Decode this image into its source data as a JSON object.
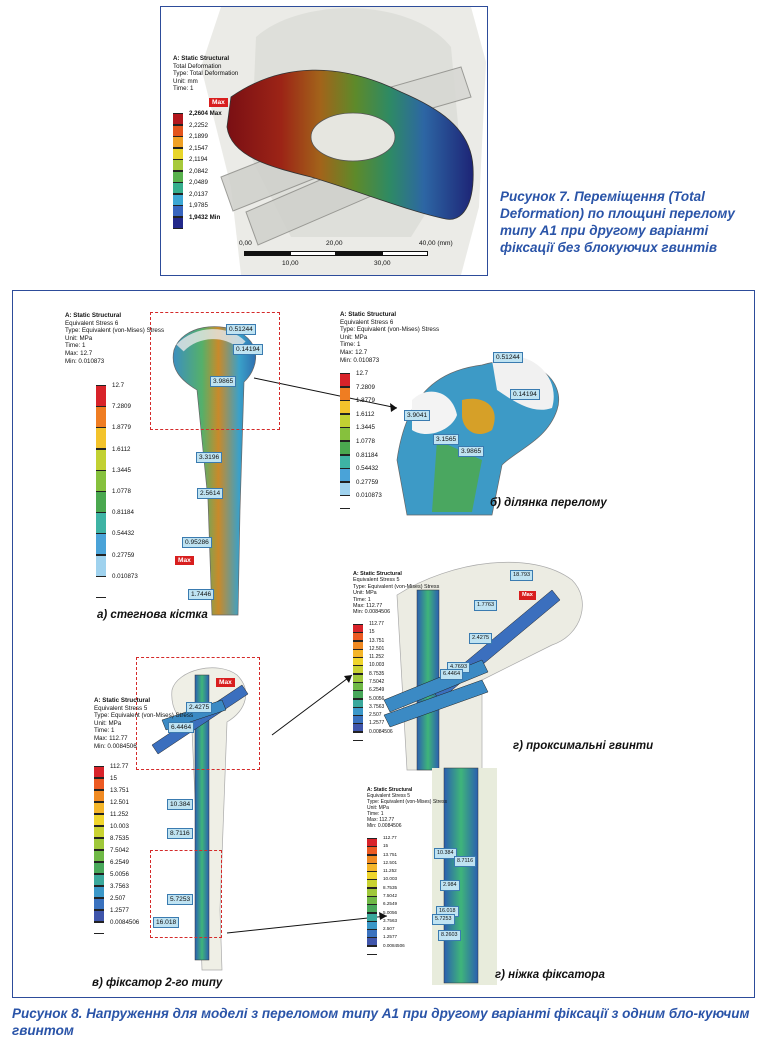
{
  "fig7": {
    "header": [
      "A: Static Structural",
      "Total Deformation",
      "Type: Total Deformation",
      "Unit: mm",
      "Time: 1"
    ],
    "max_tag": "Max",
    "legend": [
      "2,2604 Max",
      "2,2252",
      "2,1899",
      "2,1547",
      "2,1194",
      "2,0842",
      "2,0489",
      "2,0137",
      "1,9785",
      "1,9432 Min"
    ],
    "legend_colors": [
      "#b3171d",
      "#e3541c",
      "#efa126",
      "#e8d52a",
      "#a7c93a",
      "#59b24d",
      "#35ae8d",
      "#3ca7d4",
      "#3865bf",
      "#22288a"
    ],
    "scale_top": [
      "0,00",
      "20,00",
      "40,00 (mm)"
    ],
    "scale_bottom": [
      "10,00",
      "30,00"
    ],
    "caption": "Рисунок 7. Переміщення (Total Deformation) по площині перелому типу А1 при другому варіанті фіксації без блокуючих гвинтів"
  },
  "panel_a": {
    "header": [
      "A: Static Structural",
      "Equivalent Stress 6",
      "Type: Equivalent (von-Mises) Stress",
      "Unit: MPa",
      "Time: 1",
      "Max: 12.7",
      "Min: 0.010873"
    ],
    "legend": [
      "12.7",
      "7.2809",
      "1.8779",
      "1.6112",
      "1.3445",
      "1.0778",
      "0.81184",
      "0.54432",
      "0.27759",
      "0.010873"
    ],
    "legend_colors": [
      "#d8232a",
      "#ef7d22",
      "#f3c32b",
      "#c2d132",
      "#86c13d",
      "#4aa84f",
      "#3eb3a4",
      "#4aa3d8",
      "#9fd2ee",
      "#ffffff"
    ],
    "probes": [
      "0.51244",
      "0.14194",
      "3.9865",
      "3.3196",
      "2.5614",
      "0.95286",
      "1.7446"
    ],
    "max_tag": "Max",
    "label": "а) стегнова кістка"
  },
  "panel_b": {
    "header": [
      "A: Static Structural",
      "Equivalent Stress 6",
      "Type: Equivalent (von-Mises) Stress",
      "Unit: MPa",
      "Time: 1",
      "Max: 12.7",
      "Min: 0.010873"
    ],
    "legend": [
      "12.7",
      "7.2809",
      "1.8779",
      "1.6112",
      "1.3445",
      "1.0778",
      "0.81184",
      "0.54432",
      "0.27759",
      "0.010873"
    ],
    "probes": [
      "0.51244",
      "0.14194",
      "3.9041",
      "3.1565",
      "3.9865"
    ],
    "label": "б) ділянка перелому"
  },
  "panel_v": {
    "header": [
      "A: Static Structural",
      "Equivalent Stress 5",
      "Type: Equivalent (von-Mises) Stress",
      "Unit: MPa",
      "Time: 1",
      "Max: 112.77",
      "Min: 0.0084506"
    ],
    "legend": [
      "112.77",
      "15",
      "13.751",
      "12.501",
      "11.252",
      "10.003",
      "8.7535",
      "7.5042",
      "6.2549",
      "5.0056",
      "3.7563",
      "2.507",
      "1.2577",
      "0.0084506"
    ],
    "legend_colors": [
      "#d8232a",
      "#ec5a22",
      "#f08a22",
      "#f4b529",
      "#efd52c",
      "#c9d232",
      "#9fc83a",
      "#6fb946",
      "#48a85a",
      "#3aa89c",
      "#3b98c9",
      "#3a72bf",
      "#3f55ab",
      "#ffffff"
    ],
    "probes": [
      "2.4275",
      "6.4464",
      "10.384",
      "8.7116",
      "5.7253",
      "16.018"
    ],
    "max_tag": "Max",
    "label": "в) фіксатор 2-го типу"
  },
  "panel_g1": {
    "header": [
      "A: Static Structural",
      "Equivalent Stress 5",
      "Type: Equivalent (von-Mises) Stress",
      "Unit: MPa",
      "Time: 1",
      "Max: 112.77",
      "Min: 0.0084506"
    ],
    "legend": [
      "112.77",
      "15",
      "13.751",
      "12.501",
      "11.252",
      "10.003",
      "8.7535",
      "7.5042",
      "6.2549",
      "5.0056",
      "3.7563",
      "2.507",
      "1.2577",
      "0.0084506"
    ],
    "probes": [
      "18.793",
      "1.7763",
      "2.4275",
      "4.7693",
      "6.4464"
    ],
    "max_tag": "Max",
    "label": "г) проксимальні гвинти"
  },
  "panel_g2": {
    "header": [
      "A: Static Structural",
      "Equivalent Stress 5",
      "Type: Equivalent (von-Mises) Stress",
      "Unit: MPa",
      "Time: 1",
      "Max: 112.77",
      "Min: 0.0084506"
    ],
    "legend": [
      "112.77",
      "15",
      "13.751",
      "12.501",
      "11.252",
      "10.003",
      "8.7535",
      "7.5042",
      "6.2549",
      "5.0056",
      "3.7563",
      "2.507",
      "1.2577",
      "0.0084506"
    ],
    "probes": [
      "10.384",
      "8.7116",
      "2.984",
      "16.018",
      "5.7253",
      "8.2603"
    ],
    "label": "г) ніжка фіксатора"
  },
  "fig8_caption": "Рисунок 8. Напруження для моделі з переломом типу А1 при другому варіанті фіксації з одним бло-кую­чим гвинтом"
}
